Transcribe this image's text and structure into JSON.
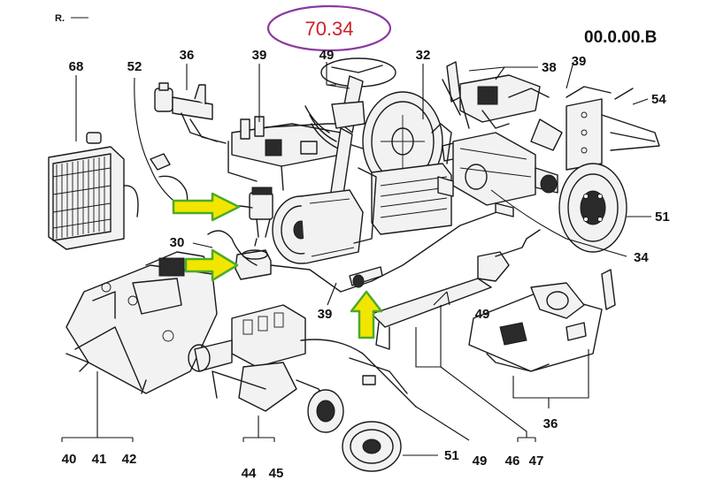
{
  "header": {
    "corner_text": "R.",
    "doc_code": "00.0.00.B",
    "badge_text": "70.34",
    "badge_color": "#d0202a",
    "badge_border": "#8a3aa0"
  },
  "arrow_color": "#f2e600",
  "arrow_border": "#4caa2a",
  "labels": {
    "l68": "68",
    "l52": "52",
    "l36a": "36",
    "l39a": "39",
    "l49a": "49",
    "l32": "32",
    "l38": "38",
    "l39b": "39",
    "l54": "54",
    "l51a": "51",
    "l34": "34",
    "l30": "30",
    "l39c": "39",
    "l49b": "49",
    "l36b": "36",
    "l40": "40",
    "l41": "41",
    "l42": "42",
    "l44": "44",
    "l45": "45",
    "l51b": "51",
    "l49c": "49",
    "l46": "46",
    "l47": "47"
  }
}
